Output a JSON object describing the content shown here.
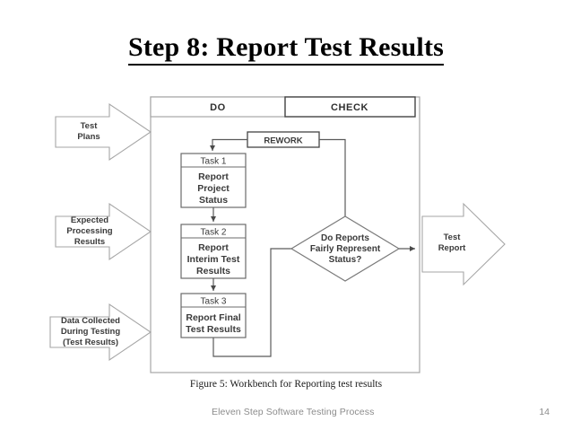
{
  "slide": {
    "title": "Step 8: Report Test Results",
    "caption": "Figure 5: Workbench for Reporting test results"
  },
  "footer": {
    "text": "Eleven Step Software Testing Process",
    "page_number": "14"
  },
  "diagram": {
    "headers": [
      {
        "id": "do",
        "label": "DO"
      },
      {
        "id": "check",
        "label": "CHECK"
      }
    ],
    "rework": {
      "label": "REWORK"
    },
    "inputs": [
      {
        "id": "test-plans",
        "line1": "Test",
        "line2": "Plans",
        "line3": ""
      },
      {
        "id": "expected-processing-results",
        "line1": "Expected",
        "line2": "Processing",
        "line3": "Results"
      },
      {
        "id": "data-collected",
        "line1": "Data Collected",
        "line2": "During Testing",
        "line3": "(Test Results)"
      }
    ],
    "tasks": [
      {
        "id": "task-1",
        "header": "Task 1",
        "line1": "Report",
        "line2": "Project",
        "line3": "Status"
      },
      {
        "id": "task-2",
        "header": "Task 2",
        "line1": "Report",
        "line2": "Interim Test",
        "line3": "Results"
      },
      {
        "id": "task-3",
        "header": "Task 3",
        "line1": "Report Final",
        "line2": "Test Results",
        "line3": ""
      }
    ],
    "decision": {
      "id": "do-reports-fairly-represent-status",
      "line1": "Do Reports",
      "line2": "Fairly Represent",
      "line3": "Status?"
    },
    "output": {
      "id": "test-report",
      "line1": "Test",
      "line2": "Report"
    },
    "colors": {
      "frame_border": "#a6a6a6",
      "box_border": "#6b6b6b",
      "header_border": "#444444",
      "connector": "#5a5a5a",
      "text": "#3a3a3a",
      "background": "#ffffff"
    }
  }
}
